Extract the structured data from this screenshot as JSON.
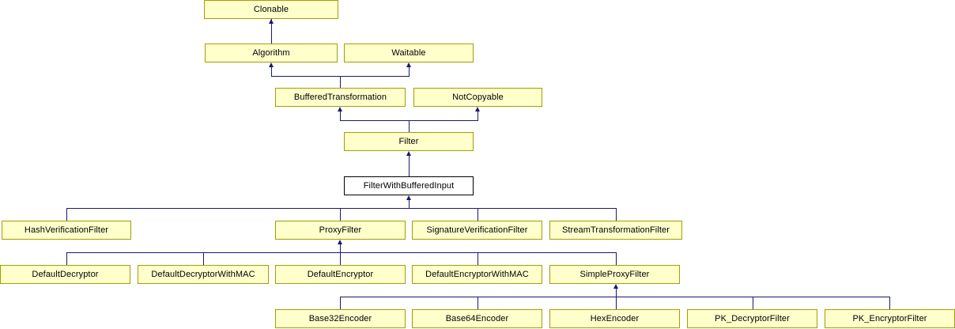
{
  "diagram": {
    "title": "FilterWithBufferedInput inheritance diagram",
    "colors": {
      "node_fill": "#ffffcc",
      "node_border": "#a0a000",
      "current_fill": "#ffffff",
      "current_border": "#000000",
      "edge": "#191970",
      "background": "#ffffff"
    },
    "nodes": [
      {
        "id": "clonable",
        "label": "Clonable",
        "current": false
      },
      {
        "id": "algorithm",
        "label": "Algorithm",
        "current": false
      },
      {
        "id": "waitable",
        "label": "Waitable",
        "current": false
      },
      {
        "id": "bufferedtransformation",
        "label": "BufferedTransformation",
        "current": false
      },
      {
        "id": "notcopyable",
        "label": "NotCopyable",
        "current": false
      },
      {
        "id": "filter",
        "label": "Filter",
        "current": false
      },
      {
        "id": "filterwithbufferedinput",
        "label": "FilterWithBufferedInput",
        "current": true
      },
      {
        "id": "hashverificationfilter",
        "label": "HashVerificationFilter",
        "current": false
      },
      {
        "id": "proxyfilter",
        "label": "ProxyFilter",
        "current": false
      },
      {
        "id": "signatureverificationfilter",
        "label": "SignatureVerificationFilter",
        "current": false
      },
      {
        "id": "streamtransformationfilter",
        "label": "StreamTransformationFilter",
        "current": false
      },
      {
        "id": "defaultdecryptor",
        "label": "DefaultDecryptor",
        "current": false
      },
      {
        "id": "defaultdecryptorwithmac",
        "label": "DefaultDecryptorWithMAC",
        "current": false
      },
      {
        "id": "defaultencryptor",
        "label": "DefaultEncryptor",
        "current": false
      },
      {
        "id": "defaultencryptorwithmac",
        "label": "DefaultEncryptorWithMAC",
        "current": false
      },
      {
        "id": "simpleproxyfilter",
        "label": "SimpleProxyFilter",
        "current": false
      },
      {
        "id": "base32encoder",
        "label": "Base32Encoder",
        "current": false
      },
      {
        "id": "base64encoder",
        "label": "Base64Encoder",
        "current": false
      },
      {
        "id": "hexencoder",
        "label": "HexEncoder",
        "current": false
      },
      {
        "id": "pk_decryptorfilter",
        "label": "PK_DecryptorFilter",
        "current": false
      },
      {
        "id": "pk_encryptorfilter",
        "label": "PK_EncryptorFilter",
        "current": false
      }
    ],
    "edges": [
      {
        "from": "algorithm",
        "to": "clonable"
      },
      {
        "from": "bufferedtransformation",
        "to": "algorithm"
      },
      {
        "from": "bufferedtransformation",
        "to": "waitable"
      },
      {
        "from": "filter",
        "to": "bufferedtransformation"
      },
      {
        "from": "filter",
        "to": "notcopyable"
      },
      {
        "from": "filterwithbufferedinput",
        "to": "filter"
      },
      {
        "from": "hashverificationfilter",
        "to": "filterwithbufferedinput"
      },
      {
        "from": "proxyfilter",
        "to": "filterwithbufferedinput"
      },
      {
        "from": "signatureverificationfilter",
        "to": "filterwithbufferedinput"
      },
      {
        "from": "streamtransformationfilter",
        "to": "filterwithbufferedinput"
      },
      {
        "from": "defaultdecryptor",
        "to": "proxyfilter"
      },
      {
        "from": "defaultdecryptorwithmac",
        "to": "proxyfilter"
      },
      {
        "from": "defaultencryptor",
        "to": "proxyfilter"
      },
      {
        "from": "defaultencryptorwithmac",
        "to": "proxyfilter"
      },
      {
        "from": "simpleproxyfilter",
        "to": "proxyfilter"
      },
      {
        "from": "base32encoder",
        "to": "simpleproxyfilter"
      },
      {
        "from": "base64encoder",
        "to": "simpleproxyfilter"
      },
      {
        "from": "hexencoder",
        "to": "simpleproxyfilter"
      },
      {
        "from": "pk_decryptorfilter",
        "to": "simpleproxyfilter"
      },
      {
        "from": "pk_encryptorfilter",
        "to": "simpleproxyfilter"
      }
    ]
  }
}
